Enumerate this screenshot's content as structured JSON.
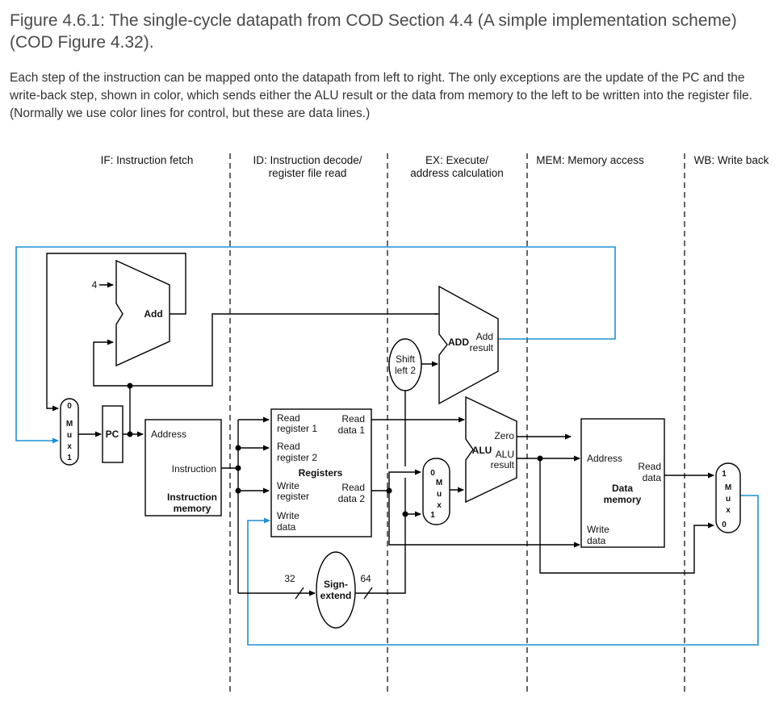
{
  "caption": "Figure 4.6.1: The single-cycle datapath from COD Section 4.4 (A simple implementation scheme) (COD Figure 4.32).",
  "description": "Each step of the instruction can be mapped onto the datapath from left to right. The only exceptions are the update of the PC and the write-back step, shown in color, which sends either the ALU result or the data from memory to the left to be written into the register file. (Normally we use color lines for control, but these are data lines.)",
  "colors": {
    "data_line": "#000000",
    "writeback_line": "#1e8fd5"
  },
  "stages": {
    "if": "IF: Instruction fetch",
    "id_1": "ID: Instruction decode/",
    "id_2": "register file read",
    "ex_1": "EX: Execute/",
    "ex_2": "address calculation",
    "mem": "MEM: Memory access",
    "wb": "WB: Write back"
  },
  "components": {
    "pc": "PC",
    "adder_const": "4",
    "add": "Add",
    "add2": "ADD",
    "add_result_1": "Add",
    "add_result_2": "result",
    "shift_1": "Shift",
    "shift_2": "left 2",
    "imem_address": "Address",
    "imem_instruction": "Instruction",
    "imem_name_1": "Instruction",
    "imem_name_2": "memory",
    "reg_read1_a": "Read",
    "reg_read1_b": "register 1",
    "reg_read2_a": "Read",
    "reg_read2_b": "register 2",
    "reg_write_reg_a": "Write",
    "reg_write_reg_b": "register",
    "reg_write_data_a": "Write",
    "reg_write_data_b": "data",
    "reg_data1_a": "Read",
    "reg_data1_b": "data 1",
    "reg_data2_a": "Read",
    "reg_data2_b": "data 2",
    "registers": "Registers",
    "sign_1": "Sign-",
    "sign_2": "extend",
    "width_in": "32",
    "width_out": "64",
    "alu": "ALU",
    "alu_zero": "Zero",
    "alu_result_1": "ALU",
    "alu_result_2": "result",
    "dmem_address": "Address",
    "dmem_read_1": "Read",
    "dmem_read_2": "data",
    "dmem_write_1": "Write",
    "dmem_write_2": "data",
    "dmem_name_1": "Data",
    "dmem_name_2": "memory",
    "mux_letters": [
      "M",
      "u",
      "x"
    ],
    "mux_zero": "0",
    "mux_one": "1"
  }
}
